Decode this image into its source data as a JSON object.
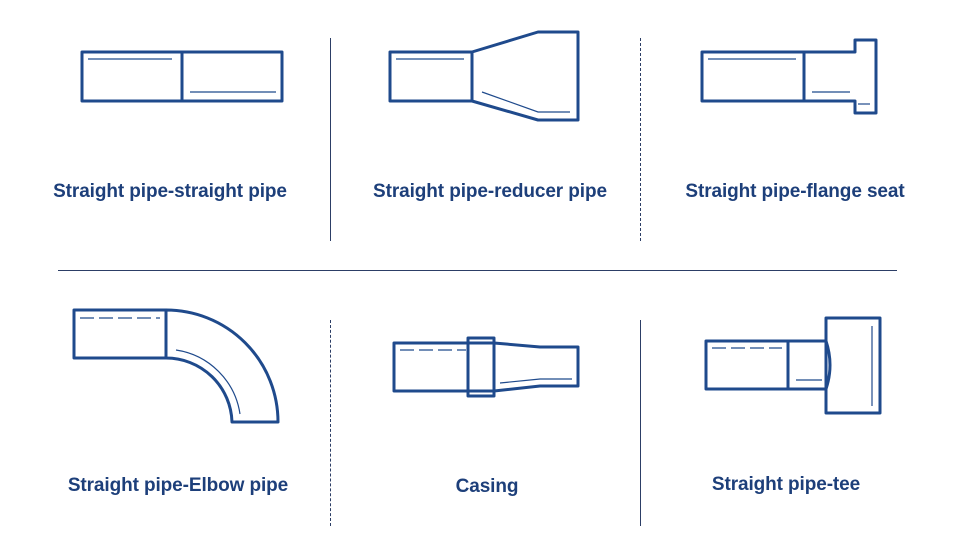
{
  "joints": [
    {
      "id": "straight-straight",
      "label": "Straight pipe-straight pipe",
      "icon": "straight-straight-joint-icon"
    },
    {
      "id": "straight-reducer",
      "label": "Straight pipe-reducer pipe",
      "icon": "straight-reducer-joint-icon"
    },
    {
      "id": "straight-flange",
      "label": "Straight pipe-flange seat",
      "icon": "straight-flange-joint-icon"
    },
    {
      "id": "straight-elbow",
      "label": "Straight pipe-Elbow pipe",
      "icon": "straight-elbow-joint-icon"
    },
    {
      "id": "casing",
      "label": "Casing",
      "icon": "casing-joint-icon"
    },
    {
      "id": "straight-tee",
      "label": "Straight pipe-tee",
      "icon": "straight-tee-joint-icon"
    }
  ],
  "colors": {
    "stroke": "#1f4a8c",
    "label": "#1d3f7a",
    "divider": "#2c3e66"
  }
}
